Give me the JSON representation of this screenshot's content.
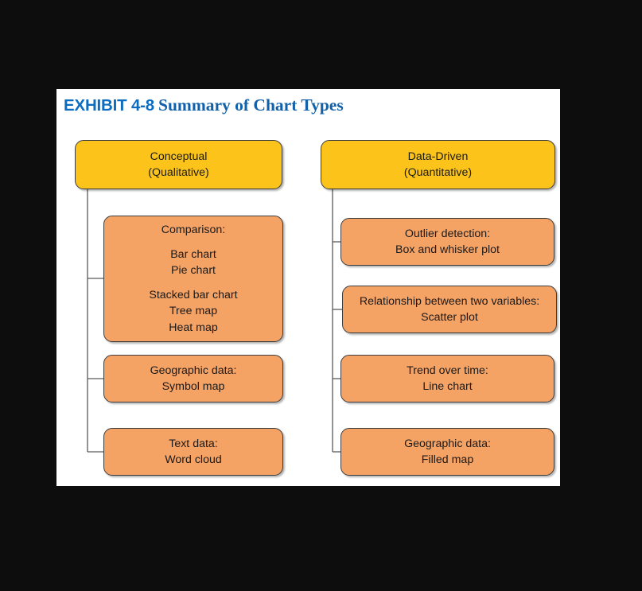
{
  "exhibit": {
    "number_label": "EXHIBIT 4-8",
    "title": "Summary of Chart Types"
  },
  "colors": {
    "page_background": "#0d0d0d",
    "card_background": "#ffffff",
    "title_blue": "#0B6CC0",
    "root_node_fill": "#FCC41B",
    "leaf_node_fill": "#F5A265",
    "node_border": "#3d3d3d",
    "connector_line": "#5a5a5a"
  },
  "chart_data": {
    "type": "diagram",
    "title": "Summary of Chart Types",
    "diagram_kind": "two-column hierarchy / tree",
    "branches": [
      {
        "id": "conceptual",
        "root": {
          "line1": "Conceptual",
          "line2": "(Qualitative)"
        },
        "children": [
          {
            "id": "comparison",
            "heading": "Comparison:",
            "items": [
              "Bar chart",
              "Pie chart",
              "Stacked bar chart",
              "Tree map",
              "Heat map"
            ]
          },
          {
            "id": "geographic-data-symbol-map",
            "heading": "Geographic data:",
            "items": [
              "Symbol map"
            ]
          },
          {
            "id": "text-data-word-cloud",
            "heading": "Text data:",
            "items": [
              "Word cloud"
            ]
          }
        ]
      },
      {
        "id": "data-driven",
        "root": {
          "line1": "Data-Driven",
          "line2": "(Quantitative)"
        },
        "children": [
          {
            "id": "outlier-detection",
            "heading": "Outlier detection:",
            "items": [
              "Box and whisker plot"
            ]
          },
          {
            "id": "relationship-two-variables",
            "heading": "Relationship between two variables:",
            "items": [
              "Scatter plot"
            ]
          },
          {
            "id": "trend-over-time",
            "heading": "Trend over time:",
            "items": [
              "Line chart"
            ]
          },
          {
            "id": "geographic-data-filled-map",
            "heading": "Geographic data:",
            "items": [
              "Filled map"
            ]
          }
        ]
      }
    ]
  }
}
